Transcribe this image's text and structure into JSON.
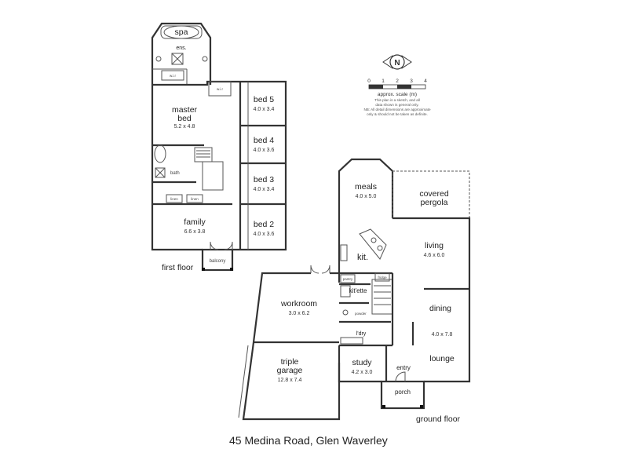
{
  "address": "45 Medina Road, Glen Waverley",
  "floors": {
    "first": "first floor",
    "ground": "ground floor"
  },
  "compass": "N",
  "scale": {
    "ticks": [
      "0",
      "1",
      "2",
      "3",
      "4"
    ],
    "caption": "approx. scale (m)",
    "note_lines": [
      "This plan is a sketch, and all",
      "data shown is general only.",
      "NB: All detail dimensions are approximate",
      "only & should not be taken as definite."
    ]
  },
  "first_floor_rooms": {
    "spa": {
      "name": "spa"
    },
    "ens": {
      "name": "ens."
    },
    "wir": {
      "name": "w.i.r"
    },
    "wir2": {
      "name": "w.i.r"
    },
    "master": {
      "name": "master",
      "name2": "bed",
      "dim": "5.2 x 4.8"
    },
    "bath": {
      "name": "bath"
    },
    "linen1": {
      "name": "linen"
    },
    "linen2": {
      "name": "linen"
    },
    "bed5": {
      "name": "bed 5",
      "dim": "4.0 x 3.4"
    },
    "bed4": {
      "name": "bed 4",
      "dim": "4.0 x 3.6"
    },
    "bed3": {
      "name": "bed 3",
      "dim": "4.0 x 3.4"
    },
    "bed2": {
      "name": "bed 2",
      "dim": "4.0 x 3.6"
    },
    "family": {
      "name": "family",
      "dim": "6.6 x 3.8"
    },
    "balcony": {
      "name": "balcony"
    }
  },
  "ground_floor_rooms": {
    "meals": {
      "name": "meals",
      "dim": "4.0 x 5.0"
    },
    "pergola": {
      "name": "covered",
      "name2": "pergola"
    },
    "kit": {
      "name": "kit."
    },
    "living": {
      "name": "living",
      "dim": "4.6 x 6.0"
    },
    "pantry": {
      "name": "pantry"
    },
    "fridge": {
      "name": "fridge"
    },
    "kitette": {
      "name": "kit'ette"
    },
    "powder": {
      "name": "powder"
    },
    "ldry": {
      "name": "l'dry"
    },
    "dining": {
      "name": "dining",
      "dim": "4.0 x 7.8"
    },
    "lounge": {
      "name": "lounge"
    },
    "workroom": {
      "name": "workroom",
      "dim": "3.0 x 6.2"
    },
    "garage": {
      "name": "triple",
      "name2": "garage",
      "dim": "12.8 x 7.4"
    },
    "study": {
      "name": "study",
      "dim": "4.2 x 3.0"
    },
    "entry": {
      "name": "entry"
    },
    "porch": {
      "name": "porch"
    }
  }
}
